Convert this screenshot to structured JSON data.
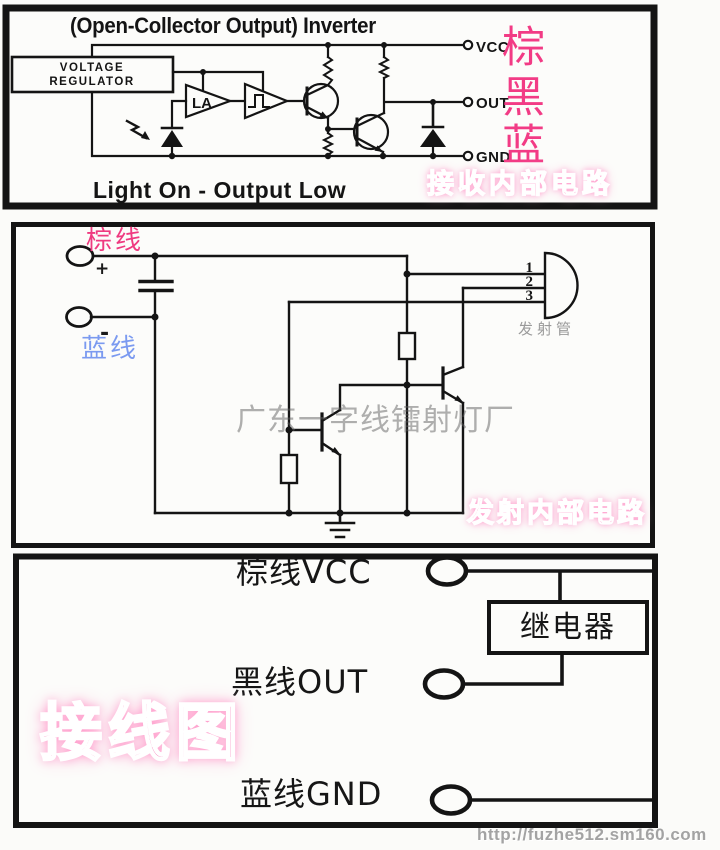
{
  "colors": {
    "pink": "#f1278b",
    "wire_char_pink": "#f23b85",
    "blue_label": "#7b9af0",
    "gray_label": "#9a9a9a",
    "line_black": "#141414"
  },
  "receiver": {
    "title": "(Open-Collector Output) Inverter",
    "regulator": {
      "line1": "VOLTAGE",
      "line2": "REGULATOR"
    },
    "amp_label": "LA",
    "terminals": [
      {
        "pin": "VCC",
        "wire_cn": "棕"
      },
      {
        "pin": "OUT",
        "wire_cn": "黑"
      },
      {
        "pin": "GND",
        "wire_cn": "蓝"
      }
    ],
    "caption": "Light On - Output Low",
    "badge": "接收内部电路"
  },
  "emitter": {
    "positive": {
      "label": "棕线",
      "sign": "+"
    },
    "negative": {
      "label": "蓝线",
      "sign": "-"
    },
    "pins": [
      "1",
      "2",
      "3"
    ],
    "tube_label": "发射管",
    "watermark": "广东一字线镭射灯厂",
    "badge": "发射内部电路"
  },
  "wiring": {
    "badge": "接线图",
    "relay_label": "继电器",
    "rows": [
      {
        "label": "棕线VCC"
      },
      {
        "label": "黑线OUT"
      },
      {
        "label": "蓝线GND"
      }
    ]
  },
  "footer": {
    "url": "http://fuzhe512.sm160.com"
  }
}
